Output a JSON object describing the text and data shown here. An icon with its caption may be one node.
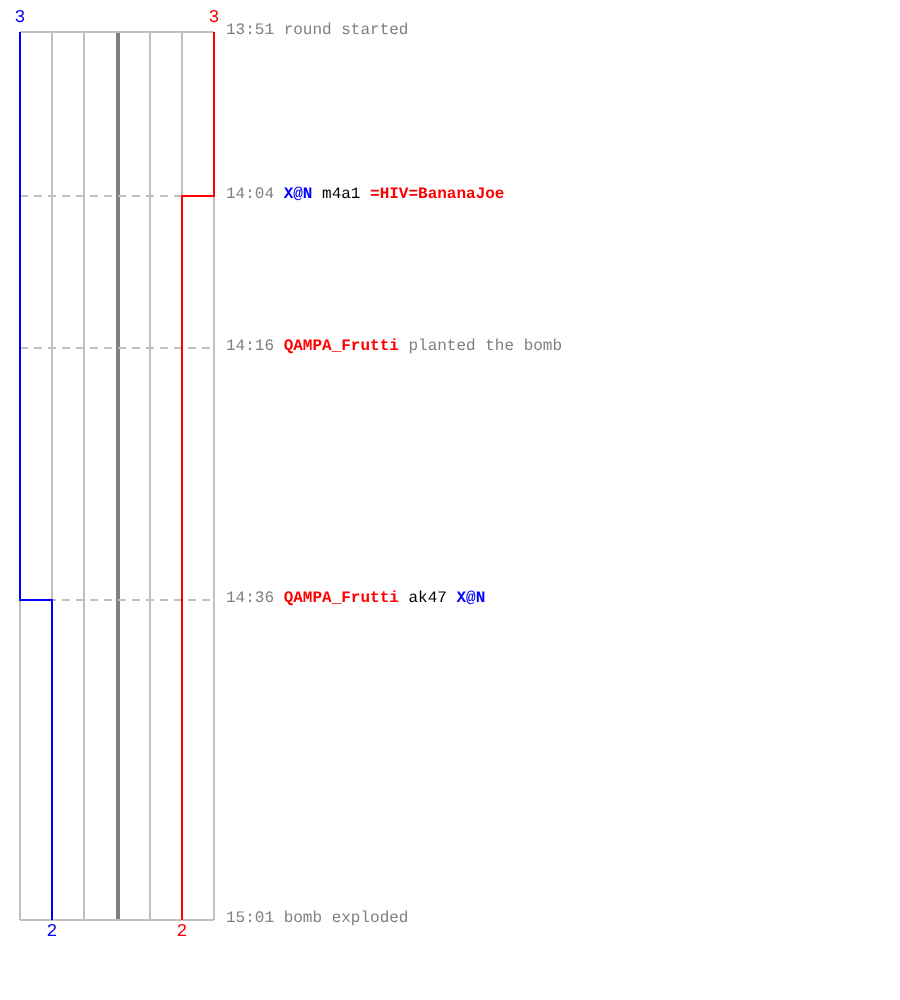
{
  "diagram": {
    "labels": [
      "3",
      "3",
      "13:51",
      "round started",
      "14:04",
      "X@N",
      "m4a1",
      "=HIV=BananaJoe",
      "14:16",
      "QAMPA_Frutti",
      "planted the bomb",
      "14:36",
      "QAMPA_Frutti",
      "ak47",
      "X@N",
      "15:01",
      "bomb exploded",
      "2",
      "2"
    ]
  }
}
